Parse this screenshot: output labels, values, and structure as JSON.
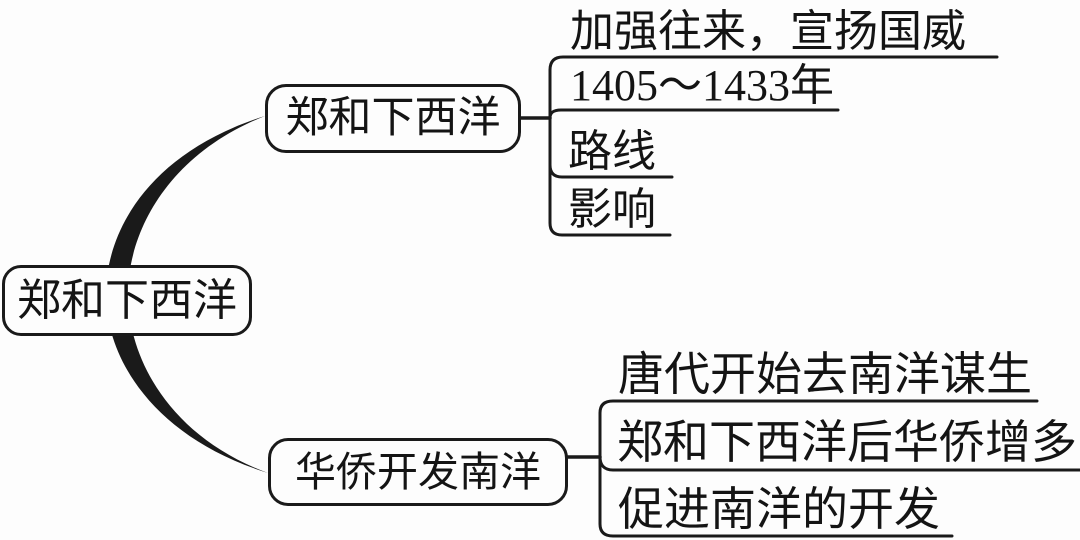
{
  "diagram": {
    "root": {
      "label": "郑和下西洋"
    },
    "branches": [
      {
        "label": "郑和下西洋",
        "leaves": [
          "加强往来，宣扬国威",
          "1405～1433年",
          "路线",
          "影响"
        ]
      },
      {
        "label": "华侨开发南洋",
        "leaves": [
          "唐代开始去南洋谋生",
          "郑和下西洋后华侨增多",
          "促进南洋的开发"
        ]
      }
    ],
    "colors": {
      "line": "#1a1a1a",
      "text": "#141414",
      "background": "#fdfdfd"
    }
  }
}
